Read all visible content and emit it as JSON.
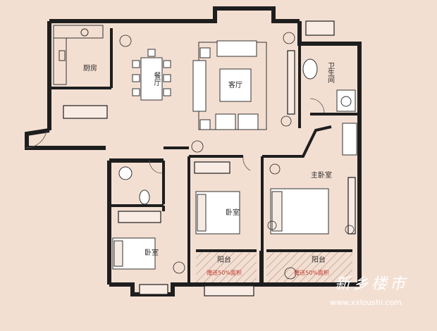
{
  "rooms": {
    "kitchen": "厨房",
    "dining": "餐厅",
    "living": "客厅",
    "bathroom": "卫生间",
    "master_bedroom": "主卧室",
    "bedroom_middle": "卧室",
    "bedroom_left": "卧室",
    "balcony_left": "阳台",
    "balcony_right": "阳台"
  },
  "notes": {
    "balcony_left": "赠送50%面积",
    "balcony_right": "赠送50%面积"
  },
  "watermark": {
    "brand": "新乡楼市",
    "url": "www.xxloushi.com"
  },
  "colors": {
    "background": "#f3dfd2",
    "wall": "#1e1e1e",
    "annotation": "#c0392b"
  }
}
